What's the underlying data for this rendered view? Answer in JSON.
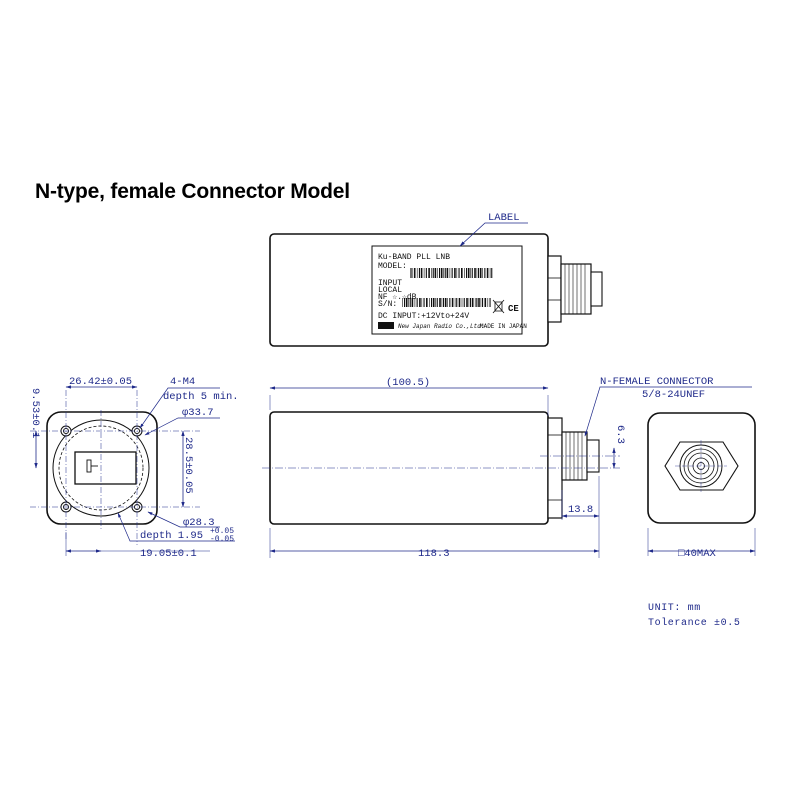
{
  "title": "N-type, female Connector Model",
  "label_callout": "LABEL",
  "product_label": {
    "line1": "Ku-BAND PLL LNB",
    "line2": "MODEL:",
    "line3": "INPUT",
    "line4": "LOCAL",
    "line5": "NF ☆.☆dB",
    "line6": "S/N:",
    "line7": "DC INPUT:+12Vto+24V",
    "maker": "New Japan Radio Co.,Ltd.",
    "origin": "MADE IN JAPAN",
    "ce_mark": "CE"
  },
  "dimensions": {
    "flange_width": "26.42±0.05",
    "bolts": "4-M4",
    "bolt_depth": "depth 5 min.",
    "flange_height": "9.53±0.1",
    "dia_outer": "φ33.7",
    "bolt_spacing": "28.5±0.05",
    "dia_inner": "φ28.3",
    "groove_depth": "depth 1.95",
    "groove_tol_plus": "+0.05",
    "groove_tol_minus": "-0.05",
    "front_width": "19.05±0.1",
    "body_length": "(100.5)",
    "connector_name": "N-FEMALE CONNECTOR",
    "connector_thread": "5/8-24UNEF",
    "connector_offset": "6.3",
    "connector_length": "13.8",
    "total_length": "118.3",
    "square_max": "□40MAX"
  },
  "notes": {
    "unit": "UNIT: mm",
    "tolerance": "Tolerance ±0.5"
  },
  "colors": {
    "dimension_blue": "#1f2a8a",
    "outline_black": "#111111"
  }
}
